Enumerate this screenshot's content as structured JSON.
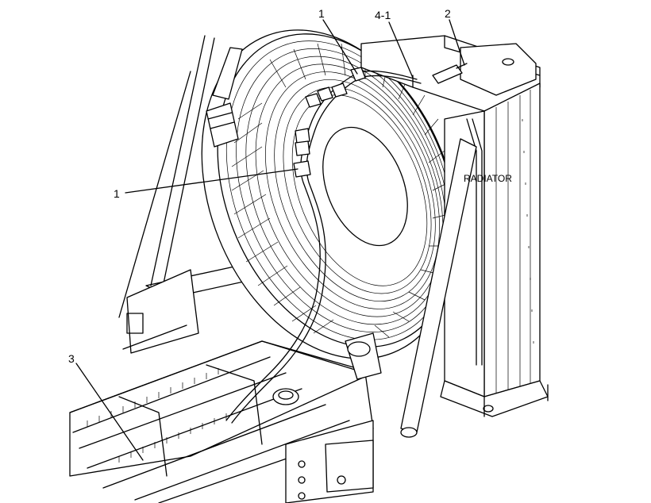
{
  "callouts": {
    "c1_top": "1",
    "c4_1": "4-1",
    "c2": "2",
    "c1_left": "1",
    "c3": "3"
  },
  "labels": {
    "radiator": "RADIATOR"
  },
  "colors": {
    "ink": "#000000",
    "paper": "#ffffff"
  }
}
